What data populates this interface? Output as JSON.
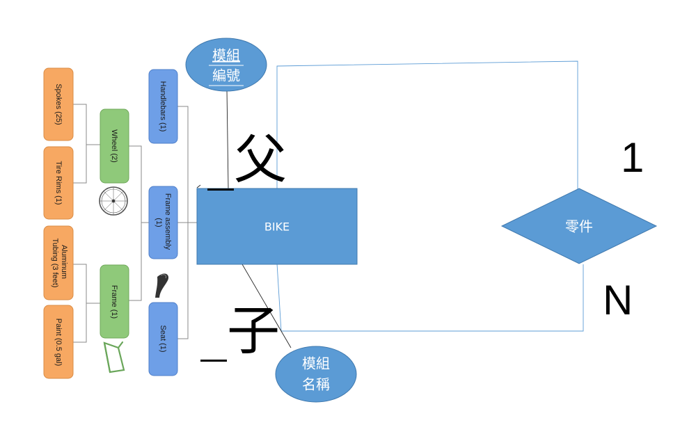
{
  "colors": {
    "orange": "#f7a862",
    "green": "#8fc97a",
    "blue_box": "#6e9fe7",
    "blue_main": "#5b9bd5",
    "connector": "#8a8a8a",
    "rel_line": "#5b9bd5"
  },
  "bom": {
    "components": [
      {
        "label": "Spokes (25)",
        "color": "orange"
      },
      {
        "label": "Tire Rims (1)",
        "color": "orange"
      },
      {
        "label": "Aluminum Tubing (3 feet)",
        "color": "orange"
      },
      {
        "label": "Paint (0.5 gal)",
        "color": "orange"
      }
    ],
    "subassemblies": [
      {
        "label": "Wheel (2)",
        "color": "green"
      },
      {
        "label": "Frame (1)",
        "color": "green"
      }
    ],
    "assemblies": [
      {
        "label": "Handlebars (1)",
        "color": "blue_box"
      },
      {
        "label": "Frame assembly (1)",
        "color": "blue_box"
      },
      {
        "label": "Seat (1)",
        "color": "blue_box"
      }
    ],
    "icons": [
      "wheel-icon",
      "bike-frame-icon",
      "bike-seat-icon"
    ]
  },
  "er": {
    "entity": "BIKE",
    "relationship": "零件",
    "attributes": {
      "module_id": [
        "模組",
        "編號"
      ],
      "module_name": [
        "模組",
        "名稱"
      ]
    },
    "parent_mark": "_父",
    "child_mark": "_子",
    "cardinality_one": "1",
    "cardinality_many": "N"
  }
}
